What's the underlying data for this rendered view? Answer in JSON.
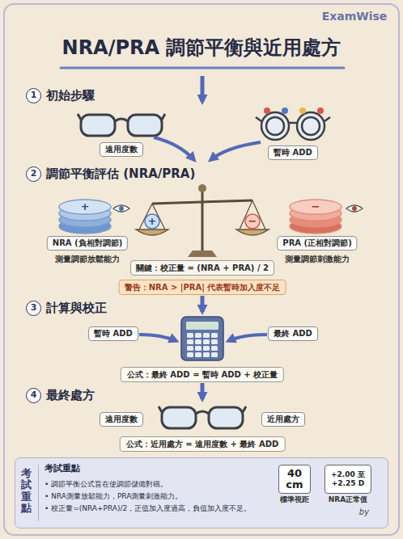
{
  "diagram": {
    "title": "NRA/PRA 調節平衡與近用處方",
    "nodes": [
      {
        "text": [
          "1",
          "初始步驟"
        ]
      },
      {
        "text": [
          "遠用度數"
        ]
      },
      {
        "text": [
          "暫時 ADD"
        ]
      },
      {
        "text": [
          "2",
          "調節平衡評估 (NRA/PRA)"
        ]
      },
      {
        "text": [
          "NRA (負相對調節)",
          "測量調節放鬆能力"
        ]
      },
      {
        "text": [
          "關鍵：校正量 = (NRA + PRA) / 2"
        ]
      },
      {
        "text": [
          "PRA (正相對調節)",
          "測量調節刺激能力"
        ]
      },
      {
        "text": [
          "警告：NRA > |PRA| 代表暫時加入度不足"
        ]
      },
      {
        "text": [
          "3",
          "計算與校正"
        ]
      },
      {
        "text": [
          "暫時 ADD"
        ]
      },
      {
        "text": [
          "最終 ADD"
        ]
      },
      {
        "text": [
          "公式：最終 ADD = 暫時 ADD + 校正量"
        ]
      },
      {
        "text": [
          "4",
          "最終處方"
        ]
      },
      {
        "text": [
          "遠用度數"
        ]
      },
      {
        "text": [
          "近用處方"
        ]
      },
      {
        "text": [
          "公式：近用處方 = 遠用度數 + 最終 ADD"
        ]
      },
      {
        "text": [
          "考試重點",
          "考試重點",
          "• 調節平衡公式旨在使調節儲備對稱。",
          "• NRA測量放鬆能力，PRA測量刺激能力。",
          "• 校正量=(NRA+PRA)/2，正值加入度過高，負值加入度不足。"
        ]
      },
      {
        "text": [
          "40 cm",
          "標準視距"
        ],
        "in": 16
      },
      {
        "text": [
          "+2.00 至 +2.25 D",
          "NRA正常值"
        ],
        "in": 16
      }
    ],
    "labels": [
      "ExamWise",
      "+",
      "+",
      "−",
      "−",
      "by"
    ]
  }
}
